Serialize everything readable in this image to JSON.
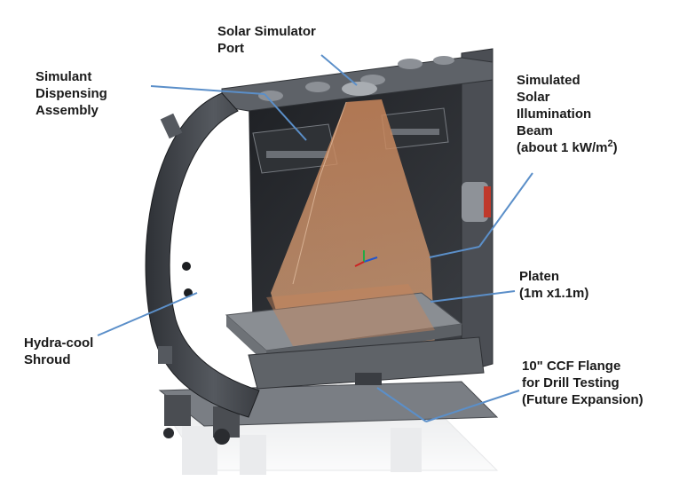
{
  "labels": {
    "solar_port": {
      "lines": [
        "Solar Simulator",
        "Port"
      ]
    },
    "simulant": {
      "lines": [
        "Simulant",
        "Dispensing",
        "Assembly"
      ]
    },
    "beam": {
      "lines": [
        "Simulated",
        "Solar",
        "Illumination",
        "Beam"
      ],
      "last_prefix": "(about 1 kW/m",
      "last_sup": "2",
      "last_suffix": ")"
    },
    "platen": {
      "lines": [
        "Platen",
        "(1m x1.1m)"
      ]
    },
    "shroud": {
      "lines": [
        "Hydra-cool",
        "Shroud"
      ]
    },
    "flange": {
      "lines": [
        "10\" CCF Flange",
        "for Drill Testing",
        "(Future Expansion)"
      ]
    }
  },
  "colors": {
    "leader_line": "#5b8fc9",
    "chamber_dark": "#3a3d42",
    "chamber_mid": "#6b6f75",
    "beam": "#c8855a",
    "platen": "#8a8e93",
    "flange_accent": "#c0392b"
  }
}
